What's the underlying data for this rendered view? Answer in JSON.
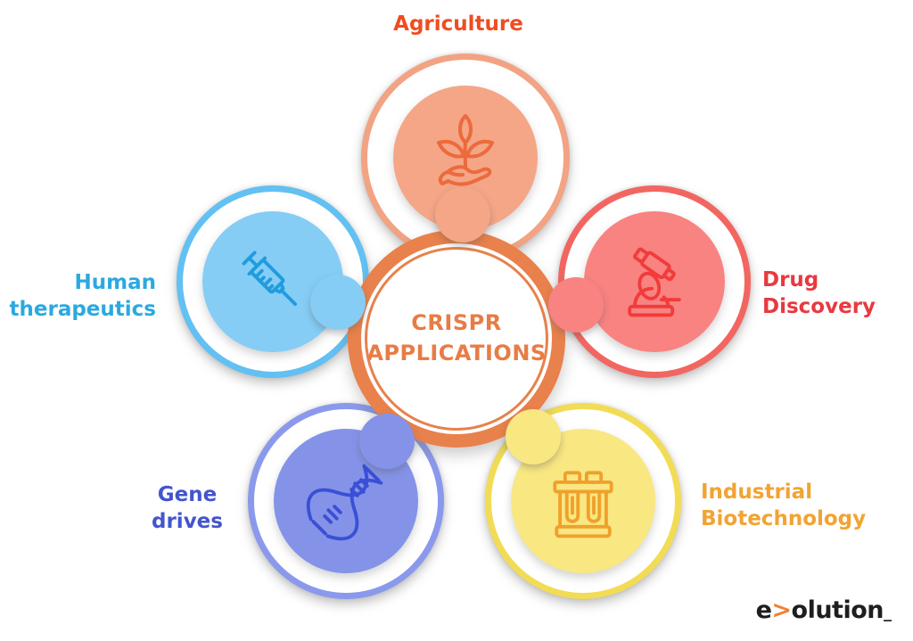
{
  "center": {
    "title_line1": "CRISPR",
    "title_line2": "APPLICATIONS",
    "ring_color": "#E8814B",
    "text_color": "#E87C45"
  },
  "nodes": [
    {
      "id": "agriculture",
      "label": "Agriculture",
      "label_color": "#EE4D22",
      "ring_color": "#F2A383",
      "fill_color": "#F4A687",
      "icon": "plant-in-hand-icon",
      "icon_color": "#EC6A3C"
    },
    {
      "id": "drug-discovery",
      "label": "Drug\nDiscovery",
      "label_color": "#E8393F",
      "ring_color": "#F26661",
      "fill_color": "#F88381",
      "icon": "microscope-icon",
      "icon_color": "#F23B3B"
    },
    {
      "id": "industrial-biotechnology",
      "label": "Industrial\nBiotechnology",
      "label_color": "#F2A331",
      "ring_color": "#F2DC55",
      "fill_color": "#F9E782",
      "icon": "test-tubes-icon",
      "icon_color": "#F0A02C"
    },
    {
      "id": "gene-drives",
      "label": "Gene\ndrives",
      "label_color": "#4355CE",
      "ring_color": "#8B99EC",
      "fill_color": "#8493E8",
      "icon": "dna-helix-icon",
      "icon_color": "#3B4FD6"
    },
    {
      "id": "human-therapeutics",
      "label": "Human\ntherapeutics",
      "label_color": "#2BA9E0",
      "ring_color": "#62C0F2",
      "fill_color": "#85CDF5",
      "icon": "syringe-icon",
      "icon_color": "#1F9CDE"
    }
  ],
  "logo": {
    "part1": "e",
    "symbol": ">",
    "part2": "olution",
    "mark": "_",
    "text_color": "#1E1E1E",
    "symbol_color": "#F08033"
  }
}
